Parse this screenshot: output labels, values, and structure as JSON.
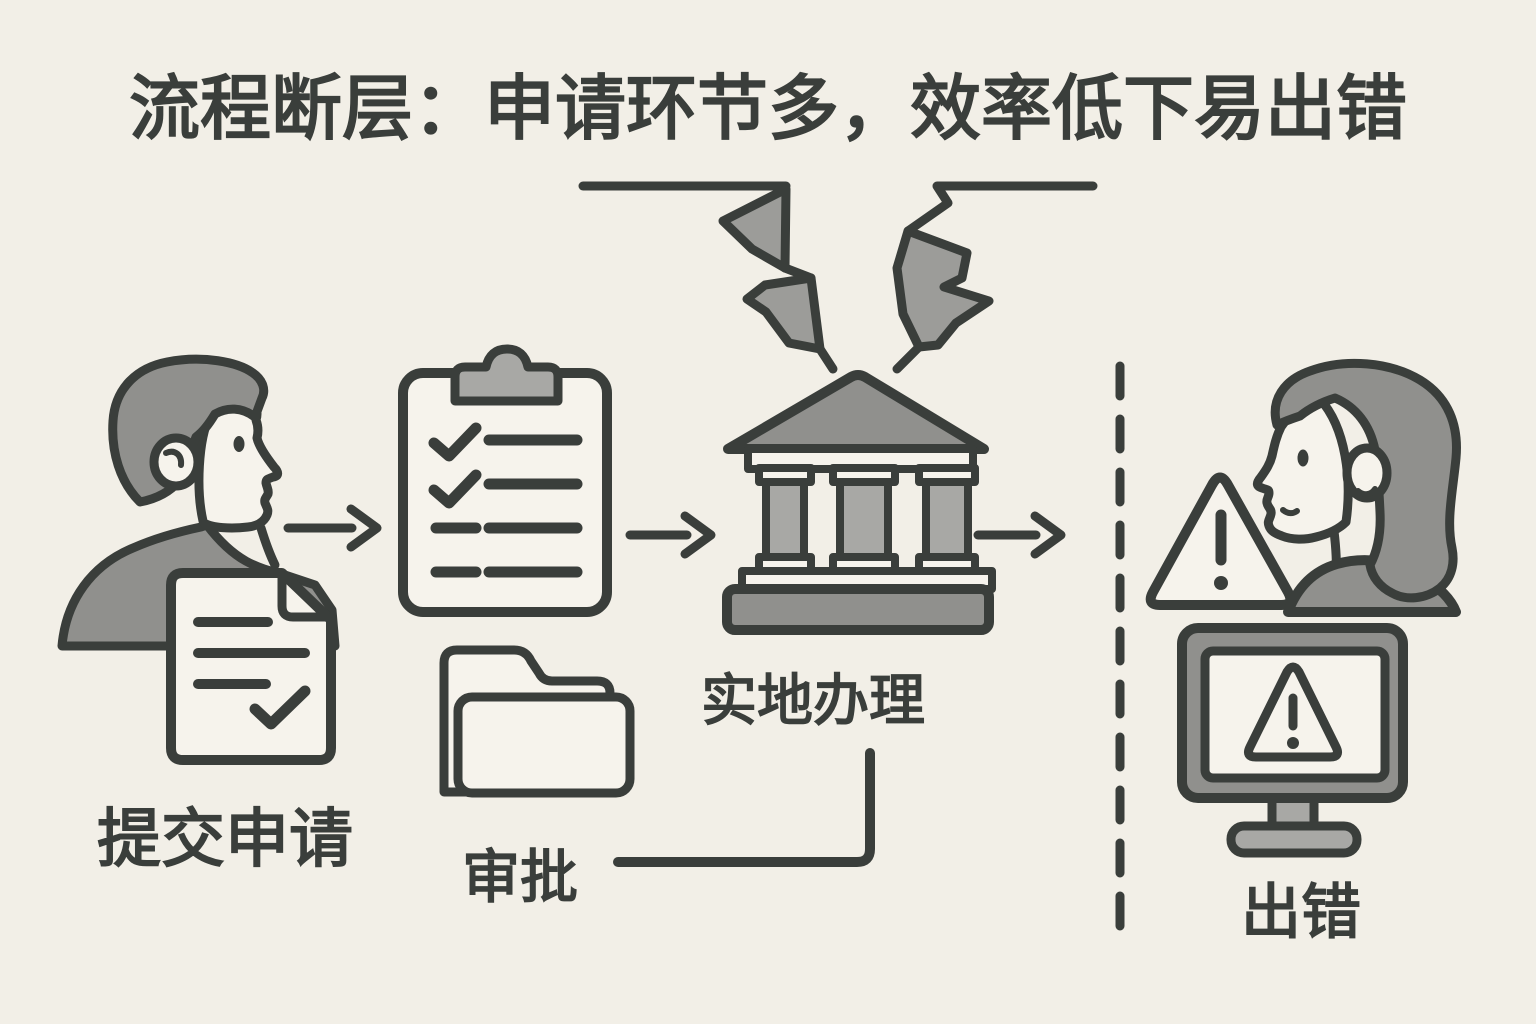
{
  "palette": {
    "background": "#f2efe7",
    "ink": "#3a3e3b",
    "gray": "#90908d",
    "gray_light": "#a8a8a5",
    "paper": "#f6f3ec",
    "crack": "#9c9c99"
  },
  "title": "流程断层：申请环节多，效率低下易出错",
  "flow": {
    "steps": [
      {
        "id": "submit-application",
        "label": "提交申请",
        "icons": [
          "man-profile-icon",
          "application-document-icon"
        ]
      },
      {
        "id": "approval",
        "label": "审批",
        "icons": [
          "checklist-clipboard-icon",
          "folder-icon"
        ]
      },
      {
        "id": "onsite-processing",
        "label": "实地办理",
        "icons": [
          "bank-building-icon",
          "fracture-crack-icon"
        ]
      },
      {
        "id": "error",
        "label": "出错",
        "icons": [
          "warning-triangle-icon",
          "woman-profile-icon",
          "error-monitor-icon"
        ]
      }
    ],
    "connectors": [
      "arrow-right",
      "arrow-right",
      "arrow-right",
      "dashed-separator",
      "elbow-connector"
    ]
  }
}
